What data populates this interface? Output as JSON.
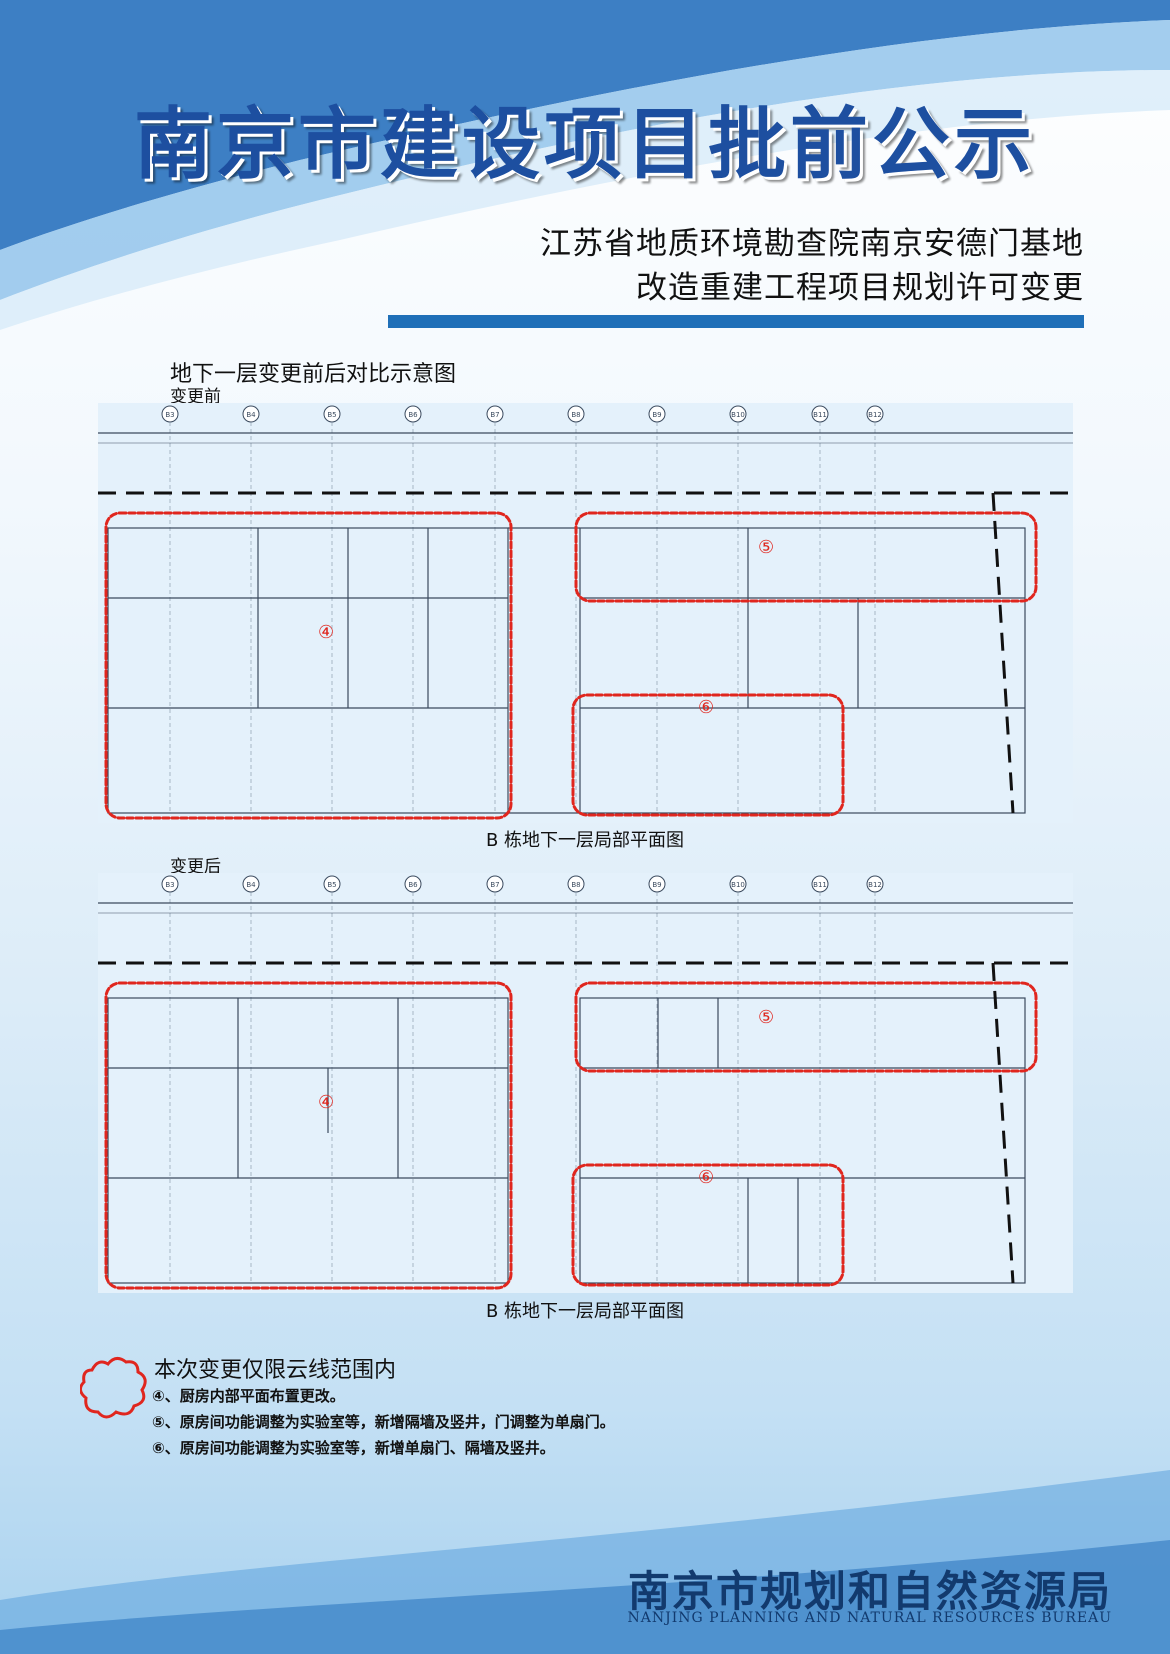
{
  "header": {
    "title": "南京市建设项目批前公示",
    "subtitle_line1": "江苏省地质环境勘查院南京安德门基地",
    "subtitle_line2": "改造重建工程项目规划许可变更"
  },
  "section": {
    "title": "地下一层变更前后对比示意图",
    "before_label": "变更前",
    "after_label": "变更后",
    "plan_caption": "B 栋地下一层局部平面图"
  },
  "plan": {
    "axes": [
      "B3",
      "B4",
      "B5",
      "B6",
      "B7",
      "B8",
      "B9",
      "B10",
      "B11",
      "B12"
    ],
    "zone_marks": [
      "④",
      "⑤",
      "⑥"
    ]
  },
  "notes": {
    "title": "本次变更仅限云线范围内",
    "items": [
      "④、厨房内部平面布置更改。",
      "⑤、原房间功能调整为实验室等，新增隔墙及竖井，门调整为单扇门。",
      "⑥、原房间功能调整为实验室等，新增单扇门、隔墙及竖井。"
    ]
  },
  "footer": {
    "bureau_cn": "南京市规划和自然资源局",
    "bureau_en": "NANJING PLANNING AND NATURAL RESOURCES BUREAU"
  },
  "colors": {
    "title_blue": "#1d4fa0",
    "bar_blue": "#1f6fb8",
    "cloud_red": "#e0261e"
  }
}
